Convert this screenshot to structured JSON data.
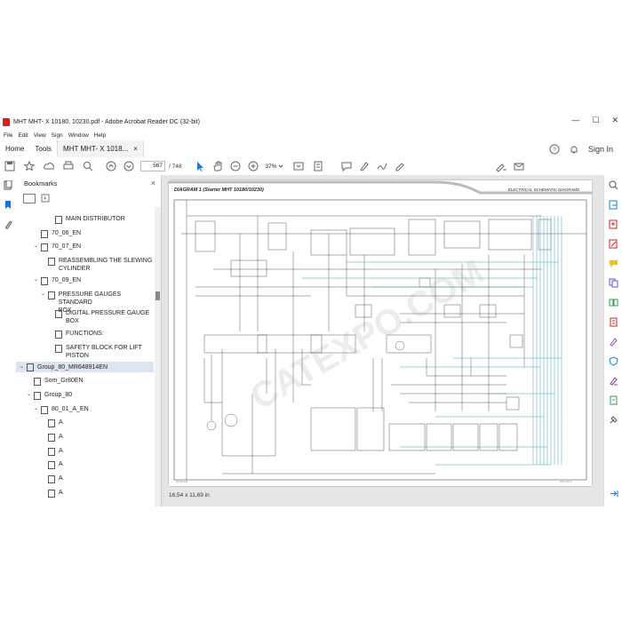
{
  "window": {
    "title": "MHT MHT- X 10180, 10230.pdf - Adobe Acrobat Reader DC (32-bit)",
    "min_glyph": "—",
    "max_glyph": "☐",
    "close_glyph": "✕"
  },
  "menu": [
    "File",
    "Edit",
    "View",
    "Sign",
    "Window",
    "Help"
  ],
  "tabs": {
    "home": "Home",
    "tools": "Tools",
    "doc": "MHT MHT- X 1018...",
    "doc_close": "×",
    "sign_in": "Sign In"
  },
  "toolbar": {
    "current_page": "567",
    "page_count": "/ 748",
    "zoom": "37%"
  },
  "bookmarks": {
    "title": "Bookmarks",
    "close": "×",
    "items": [
      {
        "label": "MAIN DISTRIBUTOR",
        "label2": ""
      },
      {
        "label": "70_06_EN",
        "label2": ""
      },
      {
        "label": "70_07_EN",
        "label2": ""
      },
      {
        "label": "REASSEMBLING THE SLEWING",
        "label2": "CYLINDER"
      },
      {
        "label": "70_09_EN",
        "label2": ""
      },
      {
        "label": "PRESSURE GAUGES STANDARD",
        "label2": "BOX"
      },
      {
        "label": "DIGITAL PRESSURE GAUGE",
        "label2": "BOX"
      },
      {
        "label": "FUNCTIONS:",
        "label2": ""
      },
      {
        "label": "SAFETY BLOCK FOR LIFT",
        "label2": "PISTON"
      },
      {
        "label": "Group_80_MR648914EN",
        "label2": ""
      },
      {
        "label": "Som_Gr80EN",
        "label2": ""
      },
      {
        "label": "Group_80",
        "label2": ""
      },
      {
        "label": "80_01_A_EN",
        "label2": ""
      },
      {
        "label": "A",
        "label2": ""
      },
      {
        "label": "A",
        "label2": ""
      },
      {
        "label": "A",
        "label2": ""
      },
      {
        "label": "A",
        "label2": ""
      },
      {
        "label": "A",
        "label2": ""
      },
      {
        "label": "A",
        "label2": ""
      }
    ]
  },
  "document": {
    "diagram_title": "DIAGRAM 1 (Starter MHT 10180/10230)",
    "section_title": "ELECTRICAL SCHEMATIC DIAGRAMS",
    "page_size": "16,54 x 11,69 in",
    "watermark": "CATEXPO.COM"
  },
  "colors": {
    "accent_blue": "#1473e6",
    "wire_cyan": "#3aa6b9"
  }
}
